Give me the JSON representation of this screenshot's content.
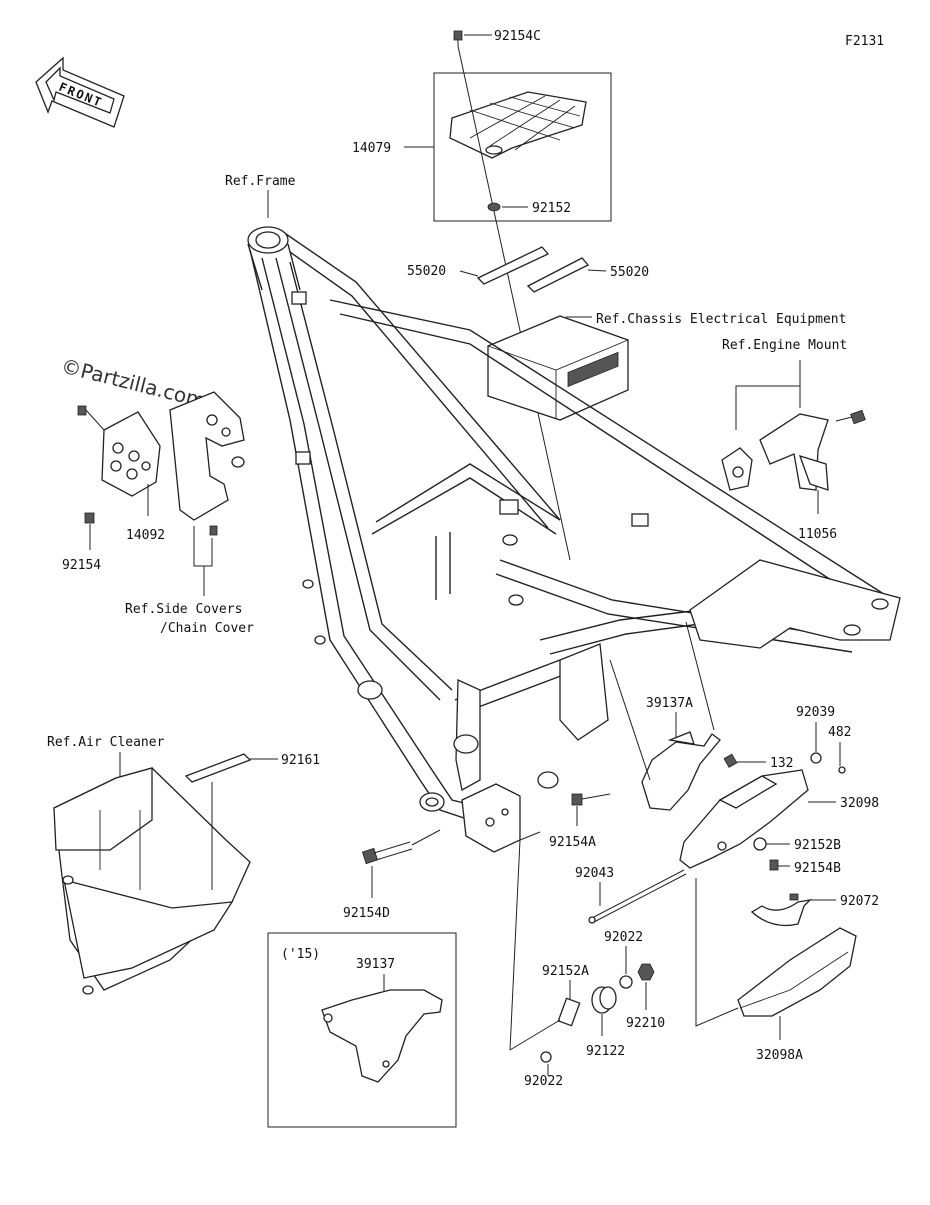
{
  "diagram": {
    "figure_id": "F2131",
    "watermark": "©Partzilla.com",
    "front_label": "FRONT",
    "year_box_label": "('15)",
    "labels": {
      "p92154C": "92154C",
      "p14079": "14079",
      "p92152": "92152",
      "ref_frame": "Ref.Frame",
      "p55020a": "55020",
      "p55020b": "55020",
      "ref_chassis": "Ref.Chassis Electrical Equipment",
      "ref_engine_mount": "Ref.Engine Mount",
      "p11056": "11056",
      "p92154": "92154",
      "p14092": "14092",
      "ref_side_covers_1": "Ref.Side Covers",
      "ref_side_covers_2": "/Chain Cover",
      "ref_air_cleaner": "Ref.Air Cleaner",
      "p92161": "92161",
      "p39137A": "39137A",
      "p92039": "92039",
      "p482": "482",
      "p132": "132",
      "p32098": "32098",
      "p92154A": "92154A",
      "p92152B": "92152B",
      "p92154B": "92154B",
      "p92043": "92043",
      "p92072": "92072",
      "p92154D": "92154D",
      "p92022a": "92022",
      "p92152A": "92152A",
      "p92210": "92210",
      "p92122": "92122",
      "p92022b": "92022",
      "p39137": "39137",
      "p32098A": "32098A"
    }
  }
}
